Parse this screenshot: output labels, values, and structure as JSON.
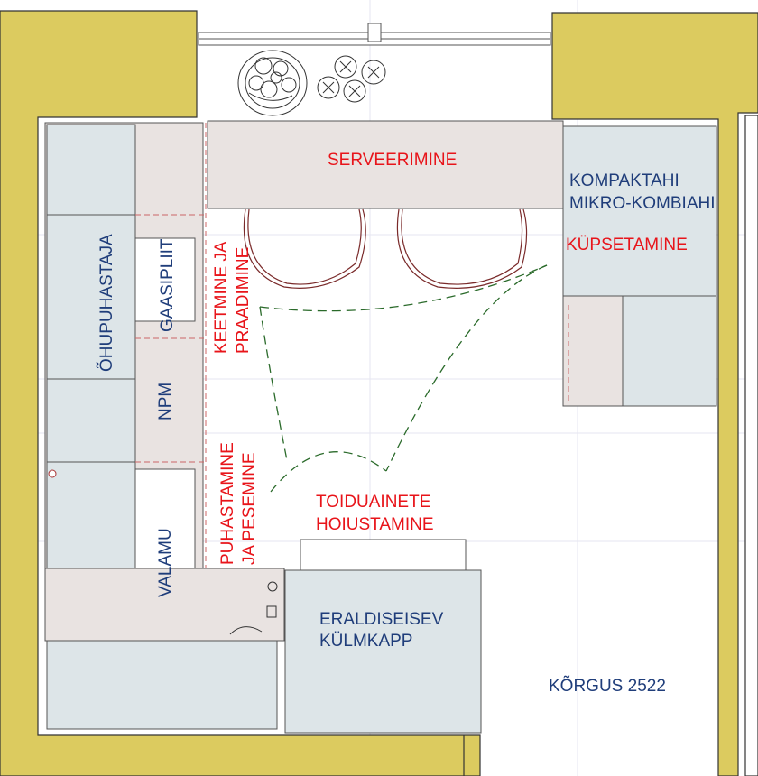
{
  "colors": {
    "wall": "#dccb5f",
    "counter": "#e9e3e1",
    "appliance": "#dde5e8",
    "label_blue": "#1f3d7a",
    "label_red": "#e8141a",
    "work_triangle": "#2a6a2a"
  },
  "labels": {
    "serving": "SERVEERIMINE",
    "oven_1": "KOMPAKTAHI",
    "oven_2": "MIKRO-KOMBIAHI",
    "baking": "KÜPSETAMINE",
    "hood": "ÕHUPUHASTAJA",
    "hob": "GAASIPLIIT",
    "dishwasher": "NPM",
    "sink": "VALAMU",
    "cooking_1": "KEETMINE JA",
    "cooking_2": "PRAADIMINE",
    "washing_1": "PUHASTAMINE",
    "washing_2": "JA PESEMINE",
    "storage_1": "TOIDUAINETE",
    "storage_2": "HOIUSTAMINE",
    "fridge_1": "ERALDISEISEV",
    "fridge_2": "KÜLMKAPP",
    "height": "KÕRGUS 2522"
  },
  "icons": {
    "fruit_bowl": "fruit-bowl-icon",
    "tomatoes": "tomatoes-icon",
    "chair": "chair-icon",
    "faucet": "faucet-icon"
  }
}
